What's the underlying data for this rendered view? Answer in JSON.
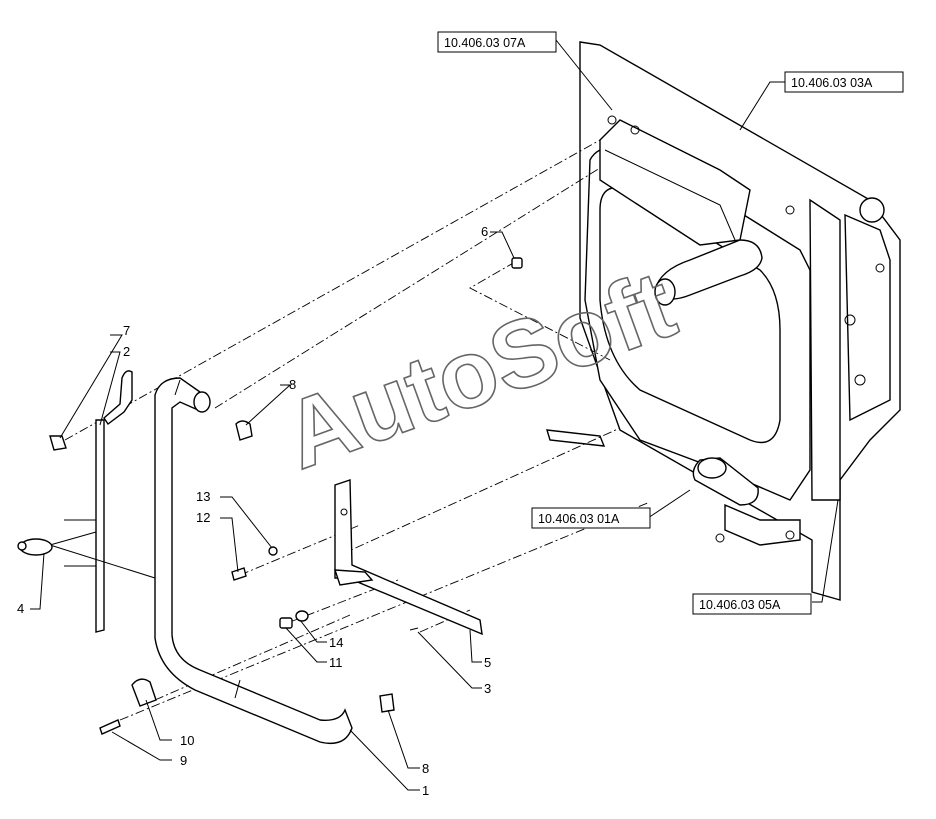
{
  "callouts": {
    "c1": "1",
    "c2": "2",
    "c3": "3",
    "c4": "4",
    "c5": "5",
    "c6": "6",
    "c7": "7",
    "c8a": "8",
    "c8b": "8",
    "c9": "9",
    "c10": "10",
    "c11": "11",
    "c12": "12",
    "c13": "13",
    "c14": "14"
  },
  "references": {
    "r07a": "10.406.03 07A",
    "r03a": "10.406.03 03A",
    "r01a": "10.406.03 01A",
    "r05a": "10.406.03 05A"
  },
  "watermark": "AutoSoft"
}
